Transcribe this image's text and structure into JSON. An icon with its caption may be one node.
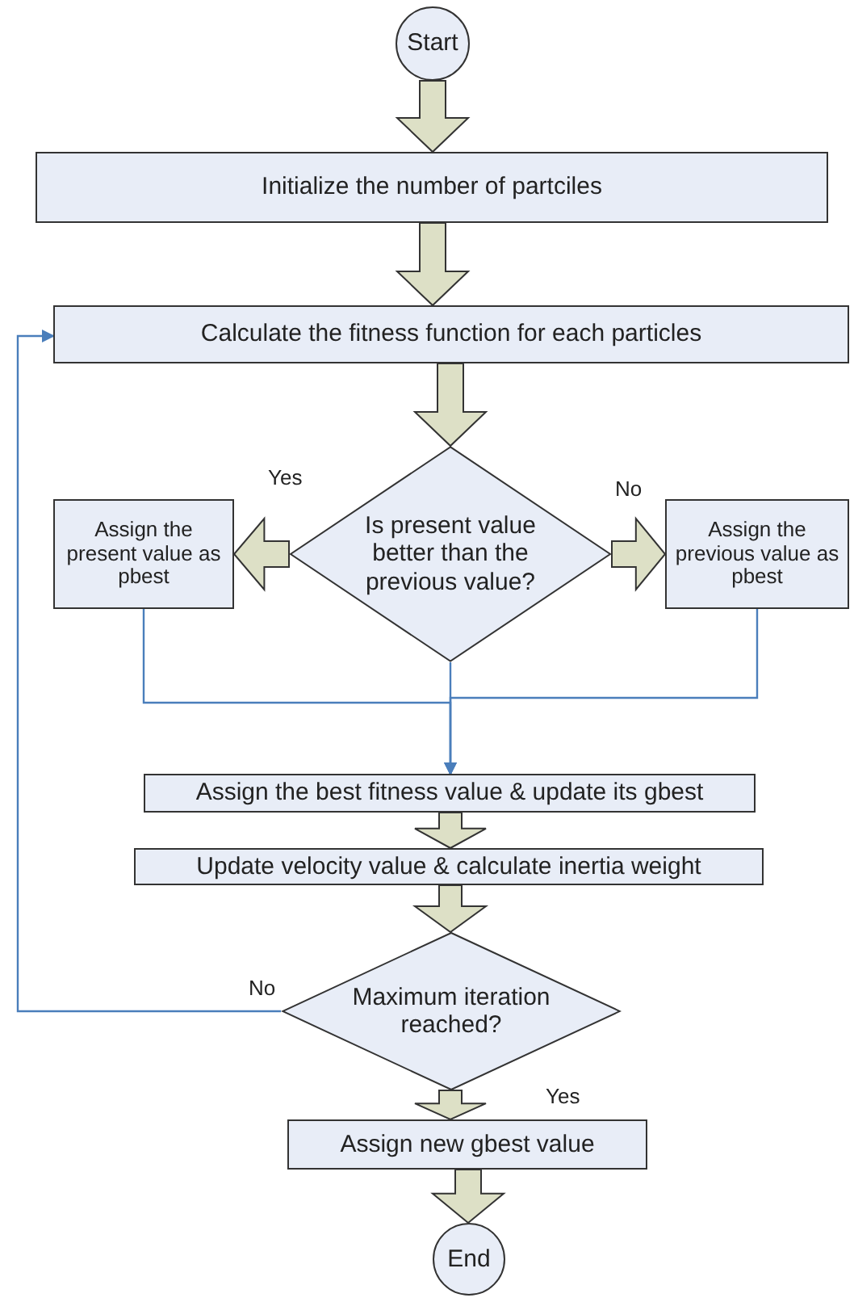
{
  "diagram": {
    "nodes": [
      {
        "text": [
          "Start"
        ]
      },
      {
        "text": [
          "Initialize the number of partciles"
        ]
      },
      {
        "text": [
          "Calculate the fitness function for each particles"
        ]
      },
      {
        "text": [
          "Is present value better than the previous value?"
        ]
      },
      {
        "text": [
          "Assign the present value as pbest"
        ]
      },
      {
        "text": [
          "Assign the previous value as pbest"
        ]
      },
      {
        "text": [
          "Assign the best fitness value & update its gbest"
        ]
      },
      {
        "text": [
          "Update velocity value & calculate inertia weight"
        ]
      },
      {
        "text": [
          "Maximum iteration reached?"
        ]
      },
      {
        "text": [
          "Assign new gbest value"
        ]
      },
      {
        "text": [
          "End"
        ]
      }
    ],
    "edges": [
      {
        "from": 0,
        "to": 1,
        "arrow": "to",
        "style": "thick"
      },
      {
        "from": 1,
        "to": 2,
        "arrow": "to",
        "style": "thick"
      },
      {
        "from": 2,
        "to": 3,
        "arrow": "to",
        "style": "thick"
      },
      {
        "from": 3,
        "to": 4,
        "arrow": "to",
        "style": "thick",
        "label": "Yes"
      },
      {
        "from": 3,
        "to": 5,
        "arrow": "to",
        "style": "thick",
        "label": "No"
      },
      {
        "from": 4,
        "to": 6,
        "arrow": "to",
        "color": "#4a7ebb"
      },
      {
        "from": 5,
        "to": 6,
        "arrow": "to",
        "color": "#4a7ebb"
      },
      {
        "from": 3,
        "to": 6,
        "arrow": "to",
        "color": "#4a7ebb"
      },
      {
        "from": 6,
        "to": 7,
        "arrow": "to",
        "style": "thick"
      },
      {
        "from": 7,
        "to": 8,
        "arrow": "to",
        "style": "thick"
      },
      {
        "from": 8,
        "to": 2,
        "arrow": "to",
        "color": "#4a7ebb",
        "label": "No"
      },
      {
        "from": 8,
        "to": 9,
        "arrow": "to",
        "style": "thick",
        "label": "Yes"
      },
      {
        "from": 9,
        "to": 10,
        "arrow": "to",
        "style": "thick"
      }
    ]
  }
}
